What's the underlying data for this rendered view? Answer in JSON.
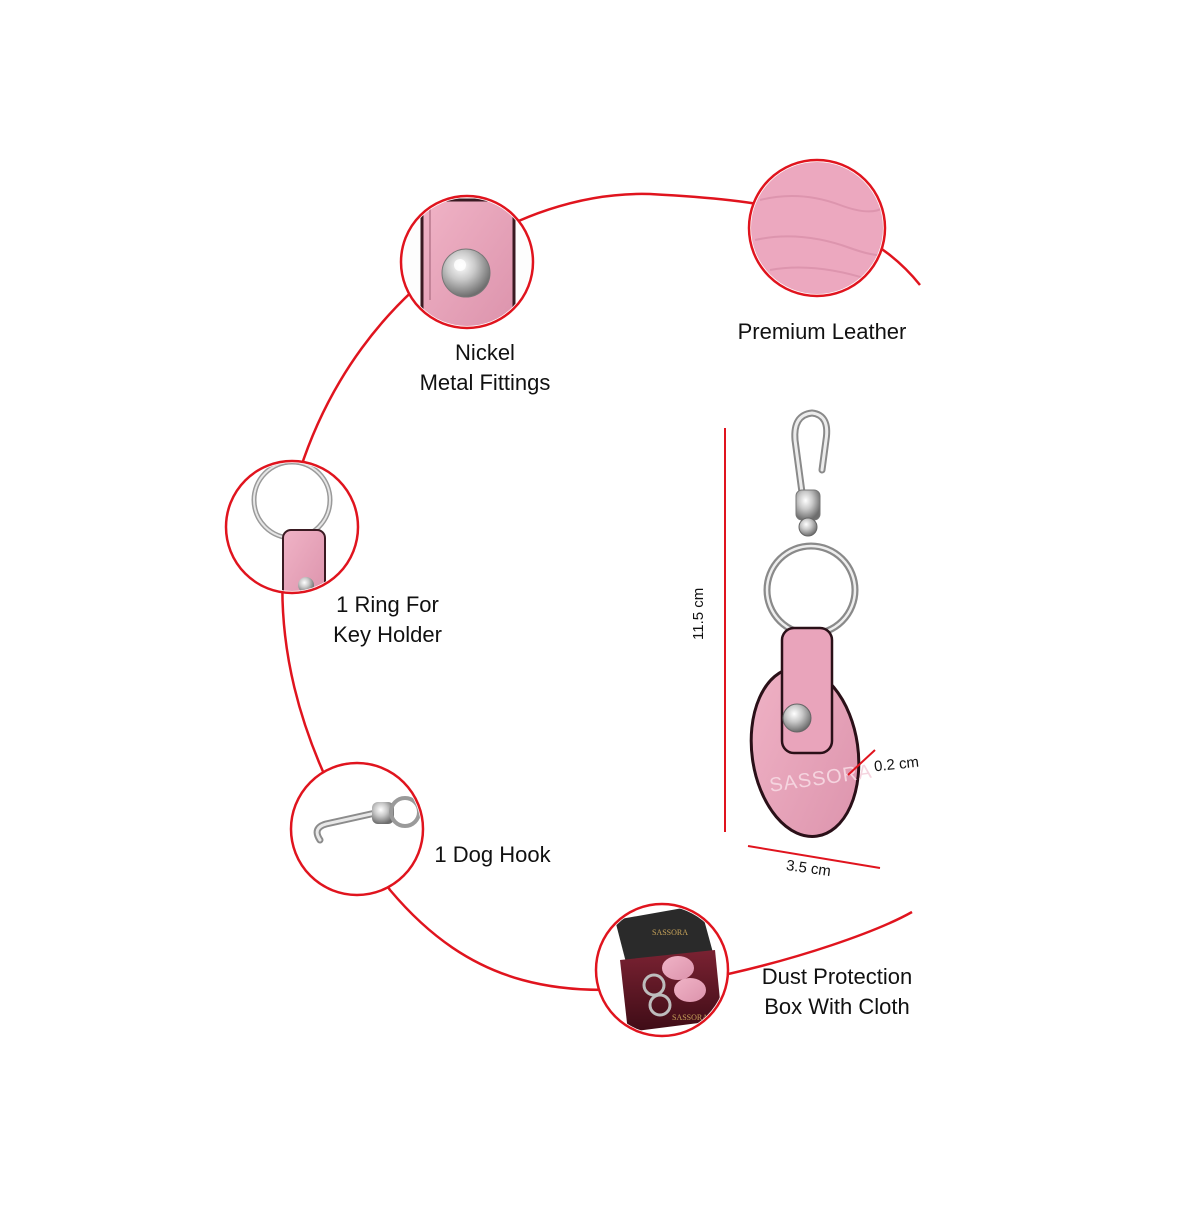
{
  "features": {
    "fittings": {
      "line1": "Nickel",
      "line2": "Metal Fittings"
    },
    "leather": {
      "label": "Premium Leather"
    },
    "ring": {
      "line1": "1 Ring For",
      "line2": "Key Holder"
    },
    "hook": {
      "label": "1 Dog Hook"
    },
    "box": {
      "line1": "Dust Protection",
      "line2": "Box With Cloth"
    }
  },
  "product": {
    "brand": "SASSORA",
    "height": "11.5 cm",
    "width": "3.5 cm",
    "thickness": "0.2 cm"
  },
  "box_brand": "SASSORA",
  "colors": {
    "accent": "#e0141e",
    "leather_pink": "#e8a5bc",
    "box_maroon": "#5a1522",
    "metal": "#c8c8c8"
  }
}
